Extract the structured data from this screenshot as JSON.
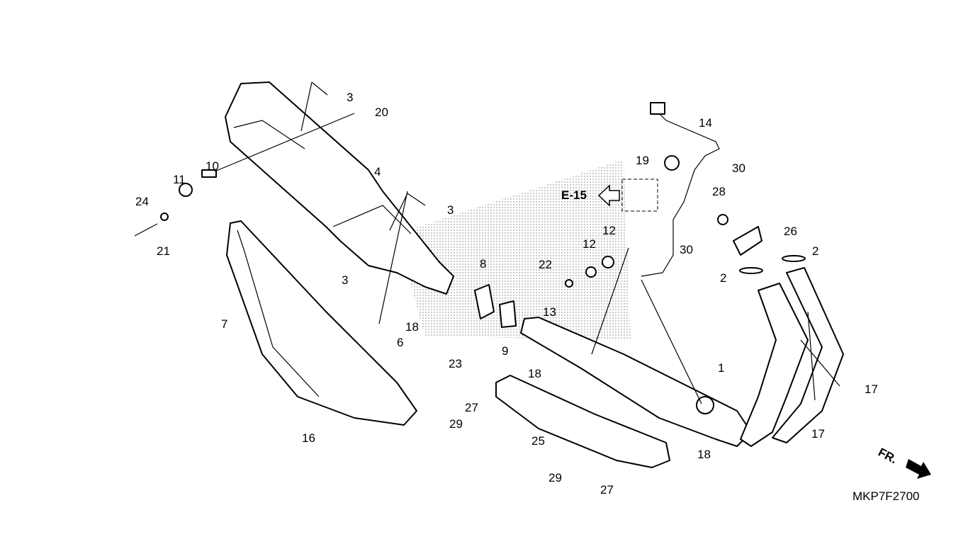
{
  "diagram": {
    "callouts": [
      "3",
      "20",
      "4",
      "10",
      "11",
      "24",
      "21",
      "3",
      "3",
      "7",
      "18",
      "6",
      "16",
      "8",
      "22",
      "12",
      "12",
      "13",
      "9",
      "23",
      "19",
      "14",
      "30",
      "28",
      "26",
      "30",
      "2",
      "2",
      "1",
      "17",
      "17",
      "18",
      "18",
      "27",
      "29",
      "25",
      "29",
      "27"
    ],
    "section_ref": "E-15",
    "direction_label": "FR.",
    "drawing_code": "MKP7F2700"
  }
}
